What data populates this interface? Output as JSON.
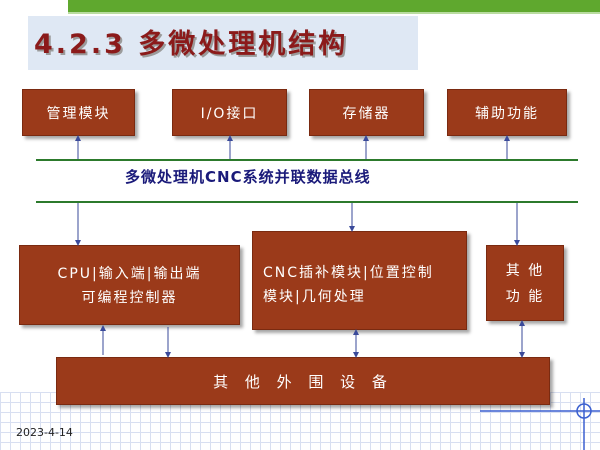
{
  "slide": {
    "title": "4.2.3 多微处理机结构",
    "date": "2023-4-14"
  },
  "diagram": {
    "top_modules": [
      "管理模块",
      "I/O接口",
      "存储器",
      "辅助功能"
    ],
    "bus_label": "多微处理机CNC系统并联数据总线",
    "cpu_line1": "CPU|输入端|输出端",
    "cpu_line2": "可编程控制器",
    "cnc_line1": "CNC插补模块|位置控制",
    "cnc_line2": "模块|几何处理",
    "other_line1": "其  他",
    "other_line2": "功  能",
    "peripherals": "其 他 外 围 设 备"
  },
  "colors": {
    "box_fill": "#9b3a1a",
    "title_text": "#8b1a1a",
    "bus_line": "#2c7a2c",
    "bus_label": "#1a1a7a",
    "accent_green": "#5fa82e"
  }
}
